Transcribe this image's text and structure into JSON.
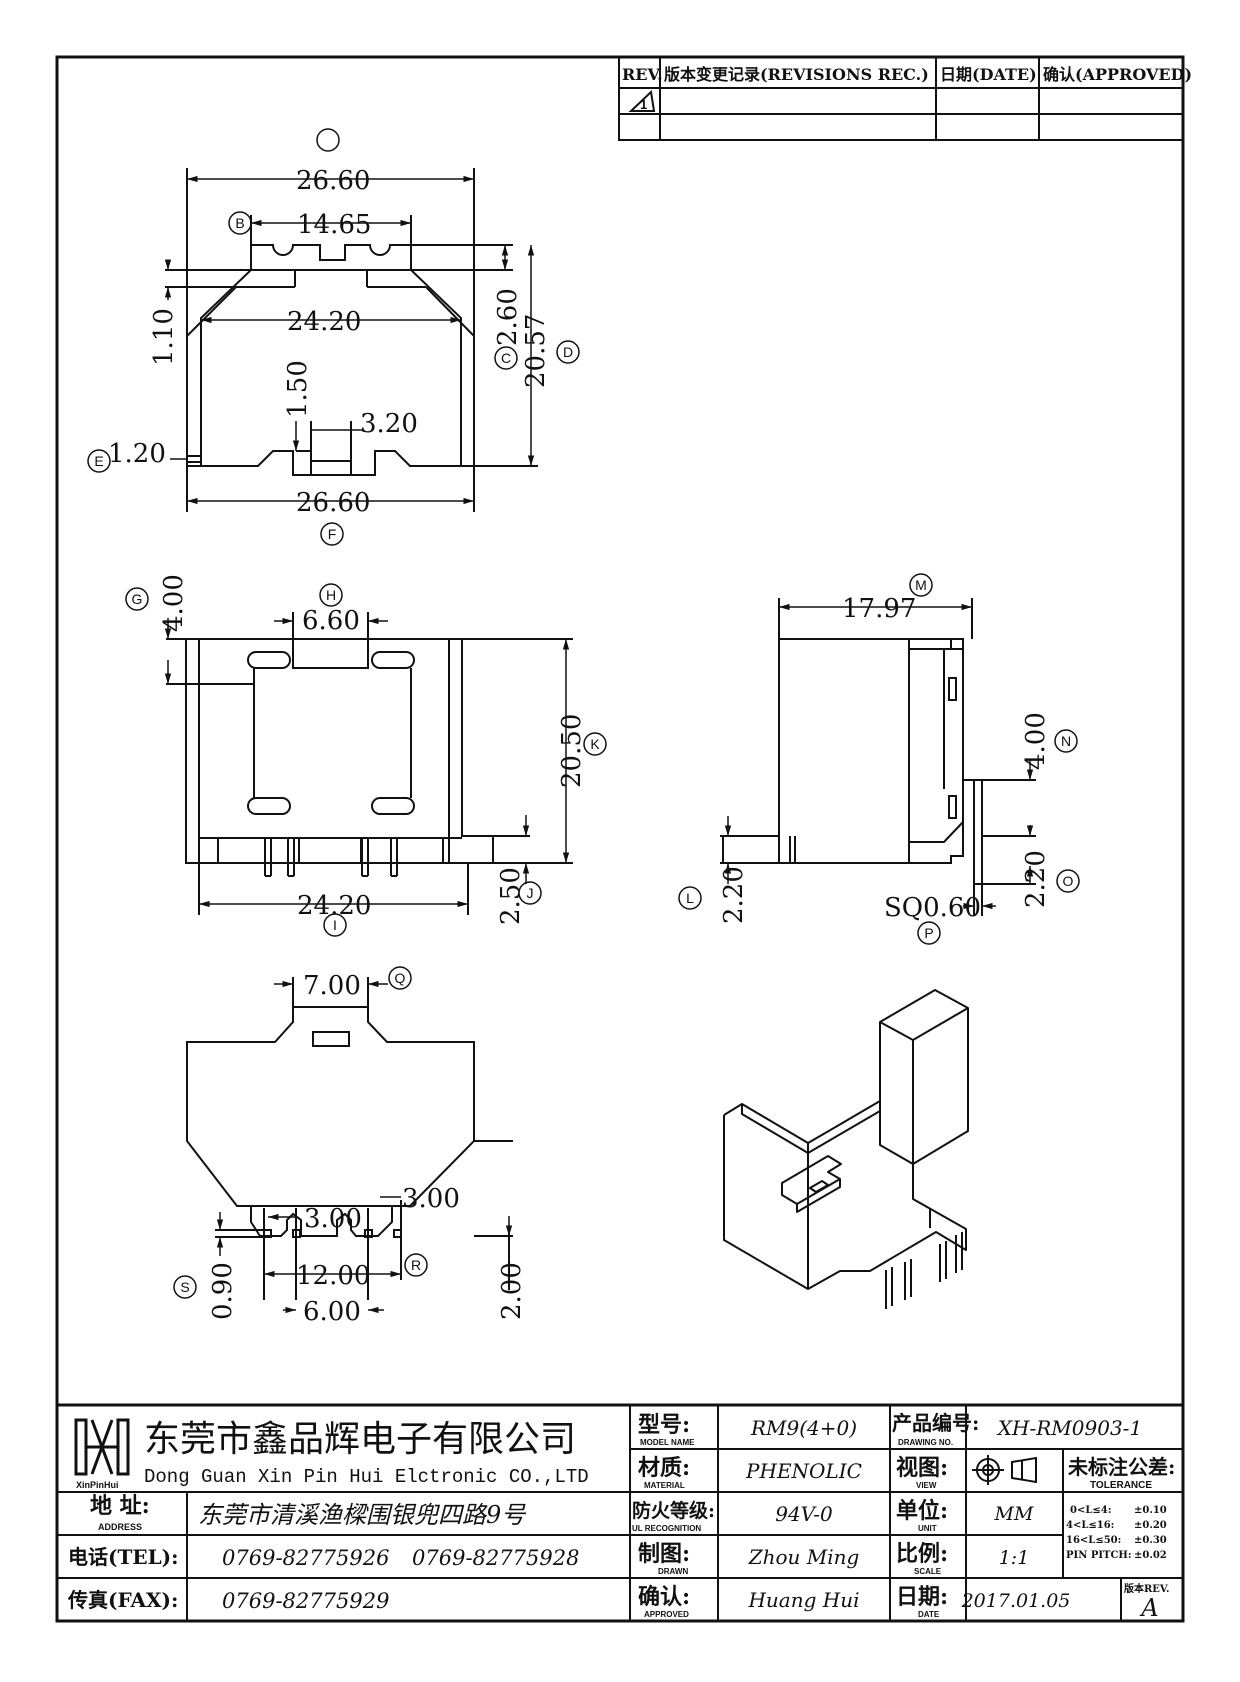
{
  "revision_table": {
    "headers": [
      "REV.",
      "版本变更记录(REVISIONS REC.)",
      "日期(DATE)",
      "确认(APPROVED)"
    ],
    "row1_rev": "1"
  },
  "dimensions": {
    "top_view": {
      "overall_width_top": "26.60",
      "slot_width": "14.65",
      "inner_width": "24.20",
      "height_c": "2.60",
      "height_d": "20.57",
      "dim_1_10": "1.10",
      "dim_1_50": "1.50",
      "dim_3_20": "3.20",
      "dim_1_20": "1.20",
      "overall_width_bottom": "26.60"
    },
    "front_view": {
      "dim_4_00": "4.00",
      "dim_6_60": "6.60",
      "dim_20_50": "20.50",
      "dim_24_20": "24.20",
      "dim_2_50": "2.50"
    },
    "side_view": {
      "dim_17_97": "17.97",
      "dim_4_00": "4.00",
      "dim_2_20_left": "2.20",
      "dim_2_20_right": "2.20",
      "pin_square": "SQ0.60"
    },
    "bottom_view": {
      "dim_7_00": "7.00",
      "dim_3_00_left": "3.00",
      "dim_3_00_right": "3.00",
      "dim_12_00": "12.00",
      "dim_6_00": "6.00",
      "dim_0_90": "0.90",
      "dim_2_00": "2.00"
    }
  },
  "markers": [
    "B",
    "C",
    "D",
    "E",
    "F",
    "G",
    "H",
    "I",
    "J",
    "K",
    "L",
    "M",
    "N",
    "O",
    "P",
    "Q",
    "R",
    "S"
  ],
  "title_block": {
    "company_cn": "东莞市鑫品辉电子有限公司",
    "company_en": "Dong Guan Xin Pin Hui Elctronic CO.,LTD",
    "logo_text": "XinPinHui",
    "address_label": "地 址:",
    "address_label_en": "ADDRESS",
    "address_value": "东莞市清溪渔樑围银兜四路9号",
    "tel_label": "电话(TEL):",
    "tel_value_1": "0769-82775926",
    "tel_value_2": "0769-82775928",
    "fax_label": "传真(FAX):",
    "fax_value": "0769-82775929",
    "model_label": "型号:",
    "model_label_en": "MODEL NAME",
    "model_value": "RM9(4+0)",
    "material_label": "材质:",
    "material_label_en": "MATERIAL",
    "material_value": "PHENOLIC",
    "ul_label": "防火等级:",
    "ul_label_en": "UL RECOGNITION",
    "ul_value": "94V-0",
    "drawn_label": "制图:",
    "drawn_label_en": "DRAWN",
    "drawn_value": "Zhou Ming",
    "approved_label": "确认:",
    "approved_label_en": "APPROVED",
    "approved_value": "Huang Hui",
    "drawing_no_label": "产品编号:",
    "drawing_no_label_en": "DRAWING NO.",
    "drawing_no_value": "XH-RM0903-1",
    "view_label": "视图:",
    "view_label_en": "VIEW",
    "unit_label": "单位:",
    "unit_label_en": "UNIT",
    "unit_value": "MM",
    "scale_label": "比例:",
    "scale_label_en": "SCALE",
    "scale_value": "1:1",
    "date_label": "日期:",
    "date_label_en": "DATE",
    "date_value": "2017.01.05",
    "tolerance_label": "未标注公差:",
    "tolerance_label_en": "TOLERANCE",
    "tolerances": [
      {
        "range": "0<L≤4:",
        "value": "±0.10"
      },
      {
        "range": "4<L≤16:",
        "value": "±0.20"
      },
      {
        "range": "16<L≤50:",
        "value": "±0.30"
      },
      {
        "range": "PIN PITCH:",
        "value": "±0.02"
      }
    ],
    "rev_label": "版本REV.",
    "rev_value": "A"
  }
}
